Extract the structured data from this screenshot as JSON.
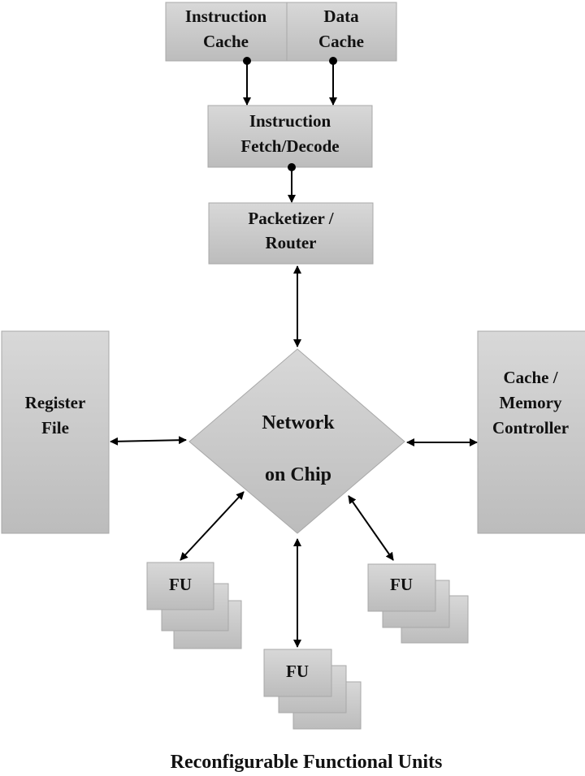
{
  "diagram": {
    "type": "block-architecture",
    "blocks": {
      "instruction_cache": [
        "Instruction",
        "Cache"
      ],
      "data_cache": [
        "Data",
        "Cache"
      ],
      "fetch_decode": [
        "Instruction",
        "Fetch/Decode"
      ],
      "packetizer": [
        "Packetizer /",
        "Router"
      ],
      "register_file": [
        "Register",
        "File"
      ],
      "memory_controller": [
        "Cache /",
        "Memory",
        "Controller"
      ],
      "noc": [
        "Network",
        "on Chip"
      ]
    },
    "fu_label": "FU",
    "caption": "Reconfigurable Functional Units",
    "connections": [
      {
        "from": "Instruction Cache",
        "to": "Instruction Fetch/Decode",
        "style": "dot-arrow"
      },
      {
        "from": "Data Cache",
        "to": "Instruction Fetch/Decode",
        "style": "dot-arrow"
      },
      {
        "from": "Instruction Fetch/Decode",
        "to": "Packetizer / Router",
        "style": "dot-arrow"
      },
      {
        "from": "Packetizer / Router",
        "to": "Network on Chip",
        "style": "bidirectional"
      },
      {
        "from": "Register File",
        "to": "Network on Chip",
        "style": "bidirectional"
      },
      {
        "from": "Cache / Memory Controller",
        "to": "Network on Chip",
        "style": "bidirectional"
      },
      {
        "from": "FU (left)",
        "to": "Network on Chip",
        "style": "bidirectional"
      },
      {
        "from": "FU (center)",
        "to": "Network on Chip",
        "style": "bidirectional"
      },
      {
        "from": "FU (right)",
        "to": "Network on Chip",
        "style": "bidirectional"
      }
    ],
    "colors": {
      "box_top": "#d6d6d6",
      "box_bottom": "#bdbdbd",
      "border": "#a8a8a8",
      "line": "#000000"
    }
  }
}
